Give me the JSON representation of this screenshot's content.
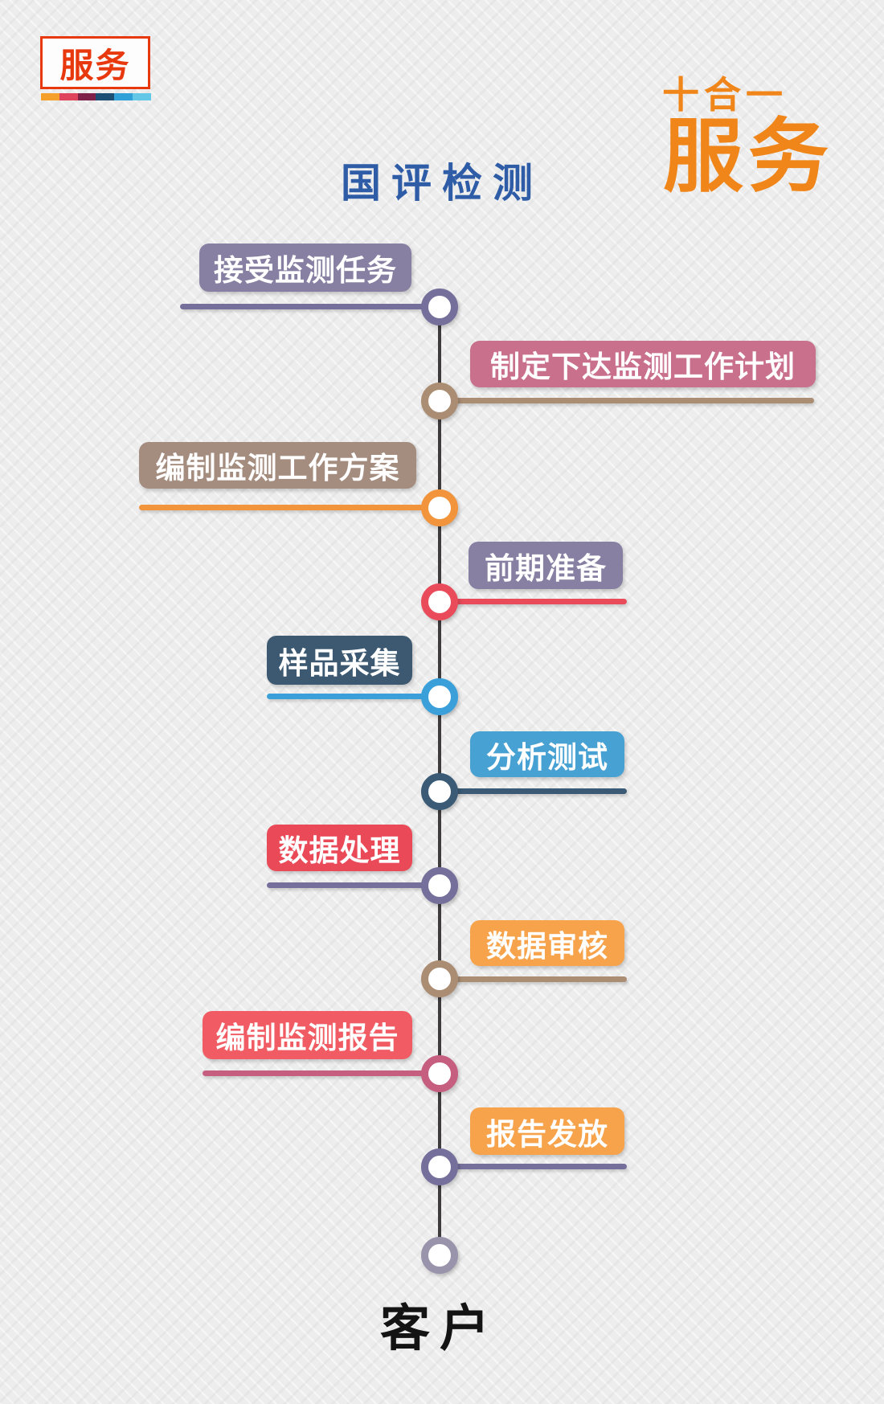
{
  "badge": {
    "label": "服务",
    "border_color": "#E8380D",
    "text_color": "#E8380D",
    "stripe_colors": [
      "#F5A02B",
      "#E0435C",
      "#7E2048",
      "#1D4E74",
      "#2FA0D8",
      "#63C7E8"
    ]
  },
  "header": {
    "tagline": "十合一",
    "brand": "服务",
    "accent_color": "#F08519",
    "title": "国评检测",
    "title_color": "#2E5CA6"
  },
  "timeline": {
    "spine_color": "#3F3C3E",
    "end_node_color": "#9A93AC",
    "customer_label": "客户",
    "steps": [
      {
        "label": "接受监测任务",
        "side": "left",
        "label_color": "#8780A2",
        "node_color": "#756F9B",
        "line_color": "#756F9B"
      },
      {
        "label": "制定下达监测工作计划",
        "side": "right",
        "label_color": "#C9708D",
        "node_color": "#AA8D72",
        "line_color": "#AA8D72"
      },
      {
        "label": "编制监测工作方案",
        "side": "left",
        "label_color": "#A48C7F",
        "node_color": "#F2943C",
        "line_color": "#F2943C"
      },
      {
        "label": "前期准备",
        "side": "right",
        "label_color": "#8780A2",
        "node_color": "#E94B5A",
        "line_color": "#E94B5A"
      },
      {
        "label": "样品采集",
        "side": "left",
        "label_color": "#3D5971",
        "node_color": "#3BA0DA",
        "line_color": "#3BA0DA"
      },
      {
        "label": "分析测试",
        "side": "right",
        "label_color": "#48A1D3",
        "node_color": "#3A5A75",
        "line_color": "#3A5A75"
      },
      {
        "label": "数据处理",
        "side": "left",
        "label_color": "#EA4A58",
        "node_color": "#756F9B",
        "line_color": "#756F9B"
      },
      {
        "label": "数据审核",
        "side": "right",
        "label_color": "#F7A34B",
        "node_color": "#AA8D72",
        "line_color": "#AA8D72"
      },
      {
        "label": "编制监测报告",
        "side": "left",
        "label_color": "#F15B63",
        "node_color": "#C65E80",
        "line_color": "#C65E80"
      },
      {
        "label": "报告发放",
        "side": "right",
        "label_color": "#F7A34B",
        "node_color": "#756F9B",
        "line_color": "#756F9B"
      }
    ]
  }
}
